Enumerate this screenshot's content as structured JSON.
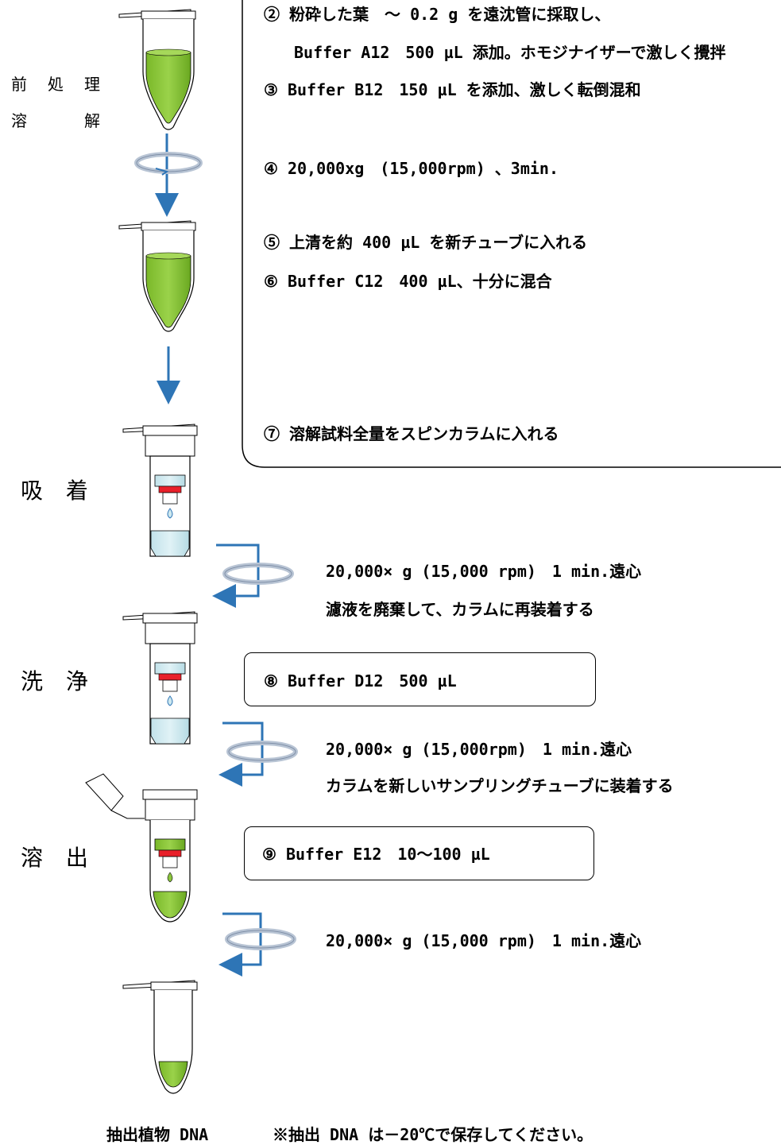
{
  "stages": {
    "pretreat_1": "前",
    "pretreat_2": "処",
    "pretreat_3": "理",
    "lysis_1": "溶",
    "lysis_2": "解",
    "adsorption": "吸 着",
    "wash": "洗 浄",
    "elution": "溶 出"
  },
  "steps": {
    "s2_line1": "② 粉砕した葉　～ 0.2 g を遠沈管に採取し、",
    "s2_line2": "Buffer A12　500 µL 添加。ホモジナイザーで激しく攪拌",
    "s3": "③ Buffer B12　150 µL を添加、激しく転倒混和",
    "s4": "④ 20,000xg　(15,000rpm) 、3min.",
    "s5": "⑤ 上清を約 400 µL を新チューブに入れる",
    "s6": "⑥ Buffer C12　400 µL、十分に混合",
    "s7": "⑦ 溶解試料全量をスピンカラムに入れる",
    "spin1_line1": "20,000× g (15,000 rpm)　1 min.遠心",
    "spin1_line2": "濾液を廃棄して、カラムに再装着する",
    "s8": "⑧ Buffer D12　500 µL",
    "spin2_line1": "20,000× g (15,000rpm)　1 min.遠心",
    "spin2_line2": "カラムを新しいサンプリングチューブに装着する",
    "s9": "⑨ Buffer E12　10～100 µL",
    "spin3_line1": "20,000× g (15,000 rpm)　1 min.遠心"
  },
  "footer": {
    "product": "抽出植物 DNA",
    "note": "※抽出 DNA は－20℃で保存してください。"
  },
  "colors": {
    "green_liquid": "#8cc63f",
    "blue_liquid": "#cde8ef",
    "arrow_blue": "#2e75b6",
    "filter_red": "#e8202a",
    "rotor_gray": "#d0d8e4"
  }
}
